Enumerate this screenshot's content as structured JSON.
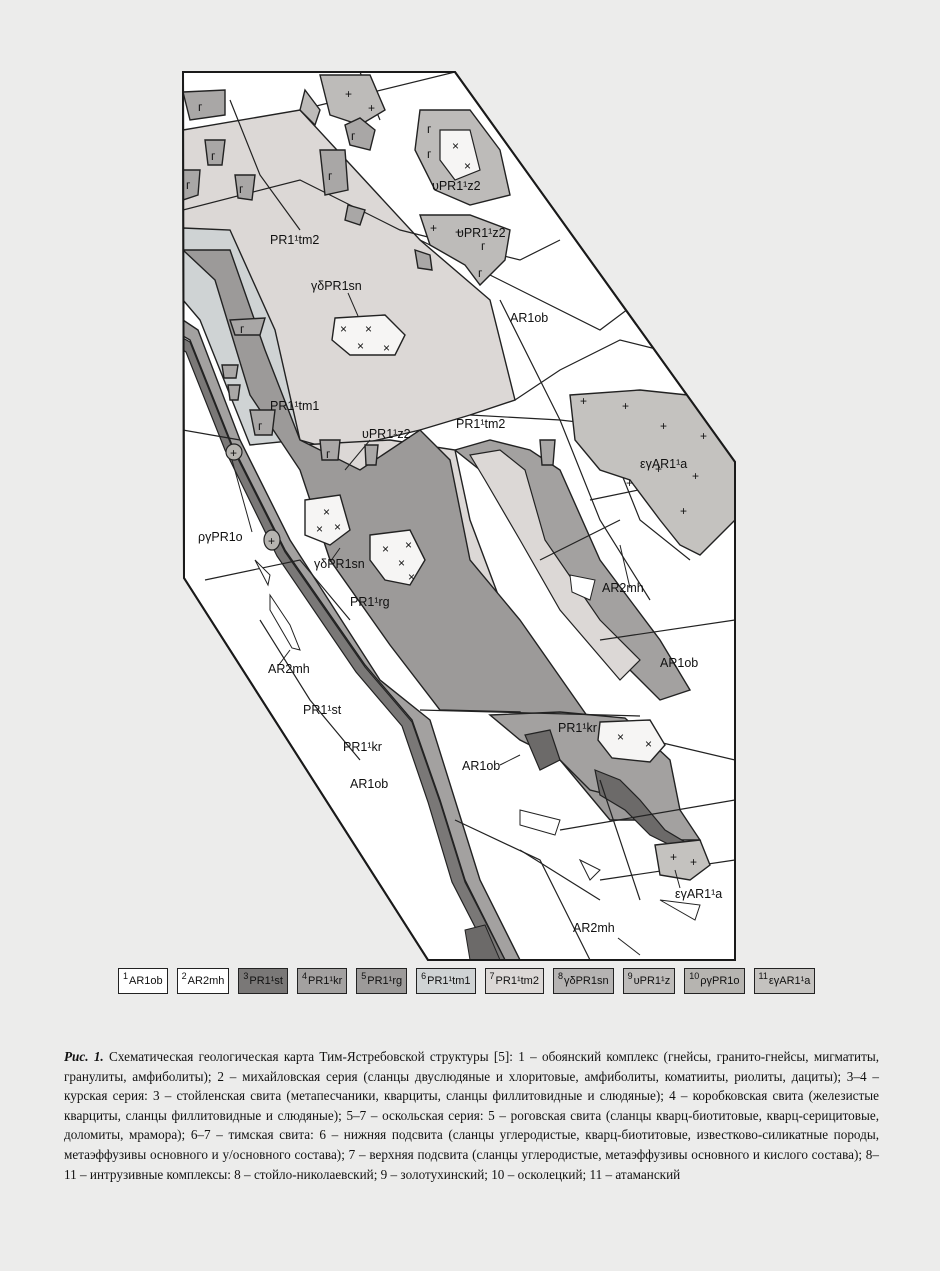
{
  "map_labels": {
    "pr1tm2_nw": "PR1¹tm2",
    "gdelta_sn_n": "γδPR1sn",
    "upsilon_z2_ne1": "υPR1¹z2",
    "upsilon_z2_ne2": "υPR1¹z2",
    "ar1ob_ne": "AR1ob",
    "pr1tm1": "PR1¹tm1",
    "upsilon_z2_center": "υPR1¹z2",
    "pr1tm2_center": "PR1¹tm2",
    "epsilon_a_east": "εγAR1¹a",
    "rho_o": "ργPR1o",
    "gdelta_sn_s": "γδPR1sn",
    "pr1rg": "PR1¹rg",
    "ar2mh_e": "AR2mh",
    "ar1ob_e": "AR1ob",
    "ar2mh_w": "AR2mh",
    "pr1st": "PR1¹st",
    "pr1kr_w": "PR1¹kr",
    "ar1ob_w": "AR1ob",
    "ar1ob_s": "AR1ob",
    "pr1kr_e": "PR1¹kr",
    "epsilon_a_se": "εγAR1¹a",
    "ar2mh_s": "AR2mh"
  },
  "legend": [
    {
      "num": "1",
      "label": "AR1ob",
      "fill": "#ffffff"
    },
    {
      "num": "2",
      "label": "AR2mh",
      "fill": "#ffffff"
    },
    {
      "num": "3",
      "label": "PR1¹st",
      "fill": "#7a7877"
    },
    {
      "num": "4",
      "label": "PR1¹kr",
      "fill": "#a3a1a0"
    },
    {
      "num": "5",
      "label": "PR1¹rg",
      "fill": "#9c9a99"
    },
    {
      "num": "6",
      "label": "PR1¹tm1",
      "fill": "#cfd3d4"
    },
    {
      "num": "7",
      "label": "PR1¹tm2",
      "fill": "#dcd8d6"
    },
    {
      "num": "8",
      "label": "γδPR1sn",
      "fill": "#b5b3b2"
    },
    {
      "num": "9",
      "label": "υPR1¹z",
      "fill": "#bdbbb9"
    },
    {
      "num": "10",
      "label": "ργPR1o",
      "fill": "#b6b4b0"
    },
    {
      "num": "11",
      "label": "εγAR1¹a",
      "fill": "#c4c2bf"
    }
  ],
  "caption": {
    "fig": "Рис. 1.",
    "text": " Схематическая геологическая карта Тим-Ястребовской структуры [5]: 1 – обоянский комплекс (гнейсы, гранито-гнейсы, мигматиты, гранулиты, амфиболиты); 2 – михайловская серия (сланцы двуслюдяные и хлоритовые, амфиболиты, коматииты, риолиты, дациты); 3–4 – курская серия: 3 – стойленская свита (метапесчаники, кварциты, сланцы филлитовидные и слюдяные); 4 – коробковская свита (железистые кварциты, сланцы филлитовидные и слюдяные); 5–7 – оскольская серия: 5 – роговская свита (сланцы кварц-биотитовые, кварц-серицитовые, доломиты, мрамора); 6–7 – тимская свита: 6 – нижняя подсвита (сланцы углеродистые, кварц-биотитовые, известково-силикатные породы, метаэффузивы основного и у/основного состава); 7 – верхняя подсвита (сланцы углеродистые, метаэффузивы основного и кислого состава); 8–11 – интрузивные комплексы: 8 – стойло-николаевский; 9 – золотухинский; 10 – осколецкий; 11 – атаманский"
  }
}
